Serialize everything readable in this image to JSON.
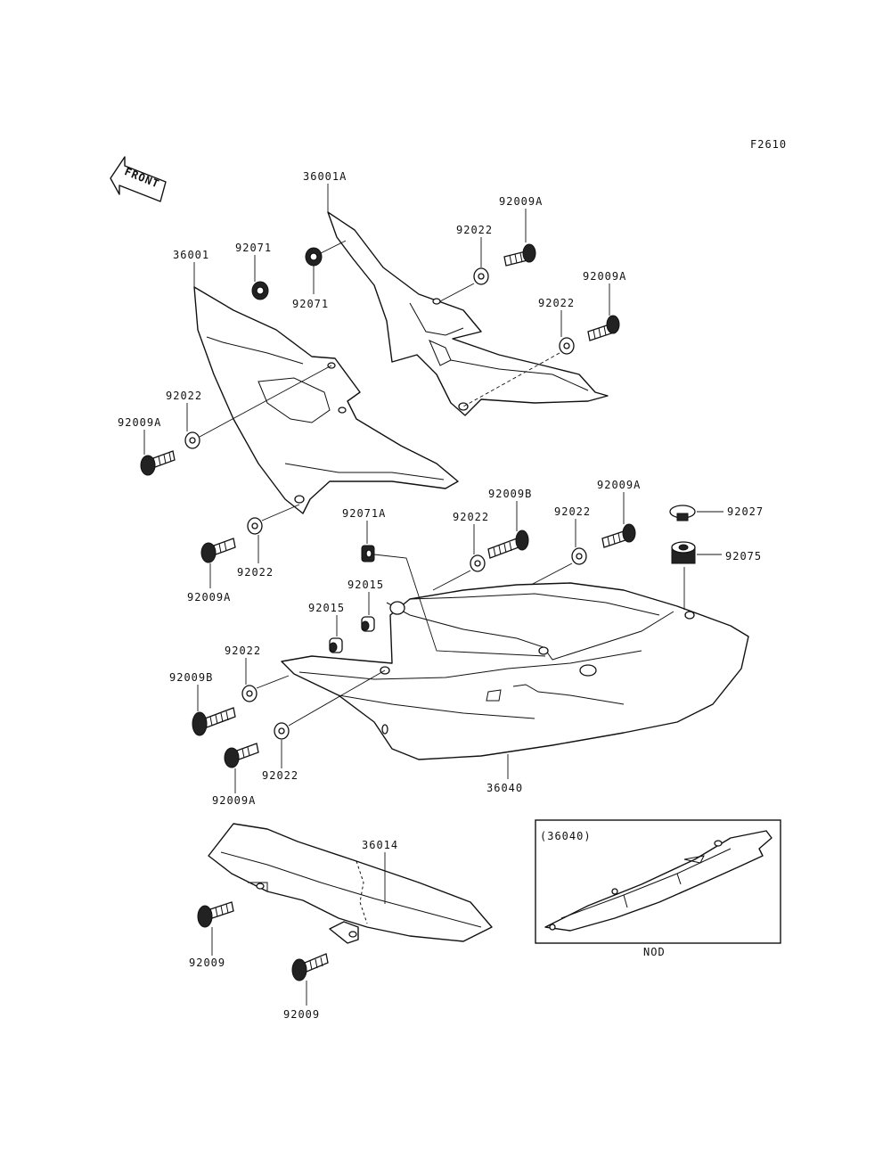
{
  "figure_code": "F2610",
  "front_label": "FRONT",
  "inset_ref": "(36040)",
  "inset_caption": "NOD",
  "labels": {
    "p36001A": "36001A",
    "p92009A_top1": "92009A",
    "p92022_top1": "92022",
    "p92009A_top2": "92009A",
    "p92022_top2": "92022",
    "p36001": "36001",
    "p92071_a": "92071",
    "p92071_b": "92071",
    "p92022_left": "92022",
    "p92009A_left": "92009A",
    "p92009A_mid": "92009A",
    "p92022_mid": "92022",
    "p92071A": "92071A",
    "p92022_c1": "92022",
    "p92009B_c": "92009B",
    "p92022_c2": "92022",
    "p92009A_c": "92009A",
    "p92027": "92027",
    "p92075": "92075",
    "p92015_a": "92015",
    "p92015_b": "92015",
    "p92022_low": "92022",
    "p92009B_low": "92009B",
    "p92022_low2": "92022",
    "p92009A_low": "92009A",
    "p36040": "36040",
    "p36014": "36014",
    "p92009_a": "92009",
    "p92009_b": "92009"
  }
}
